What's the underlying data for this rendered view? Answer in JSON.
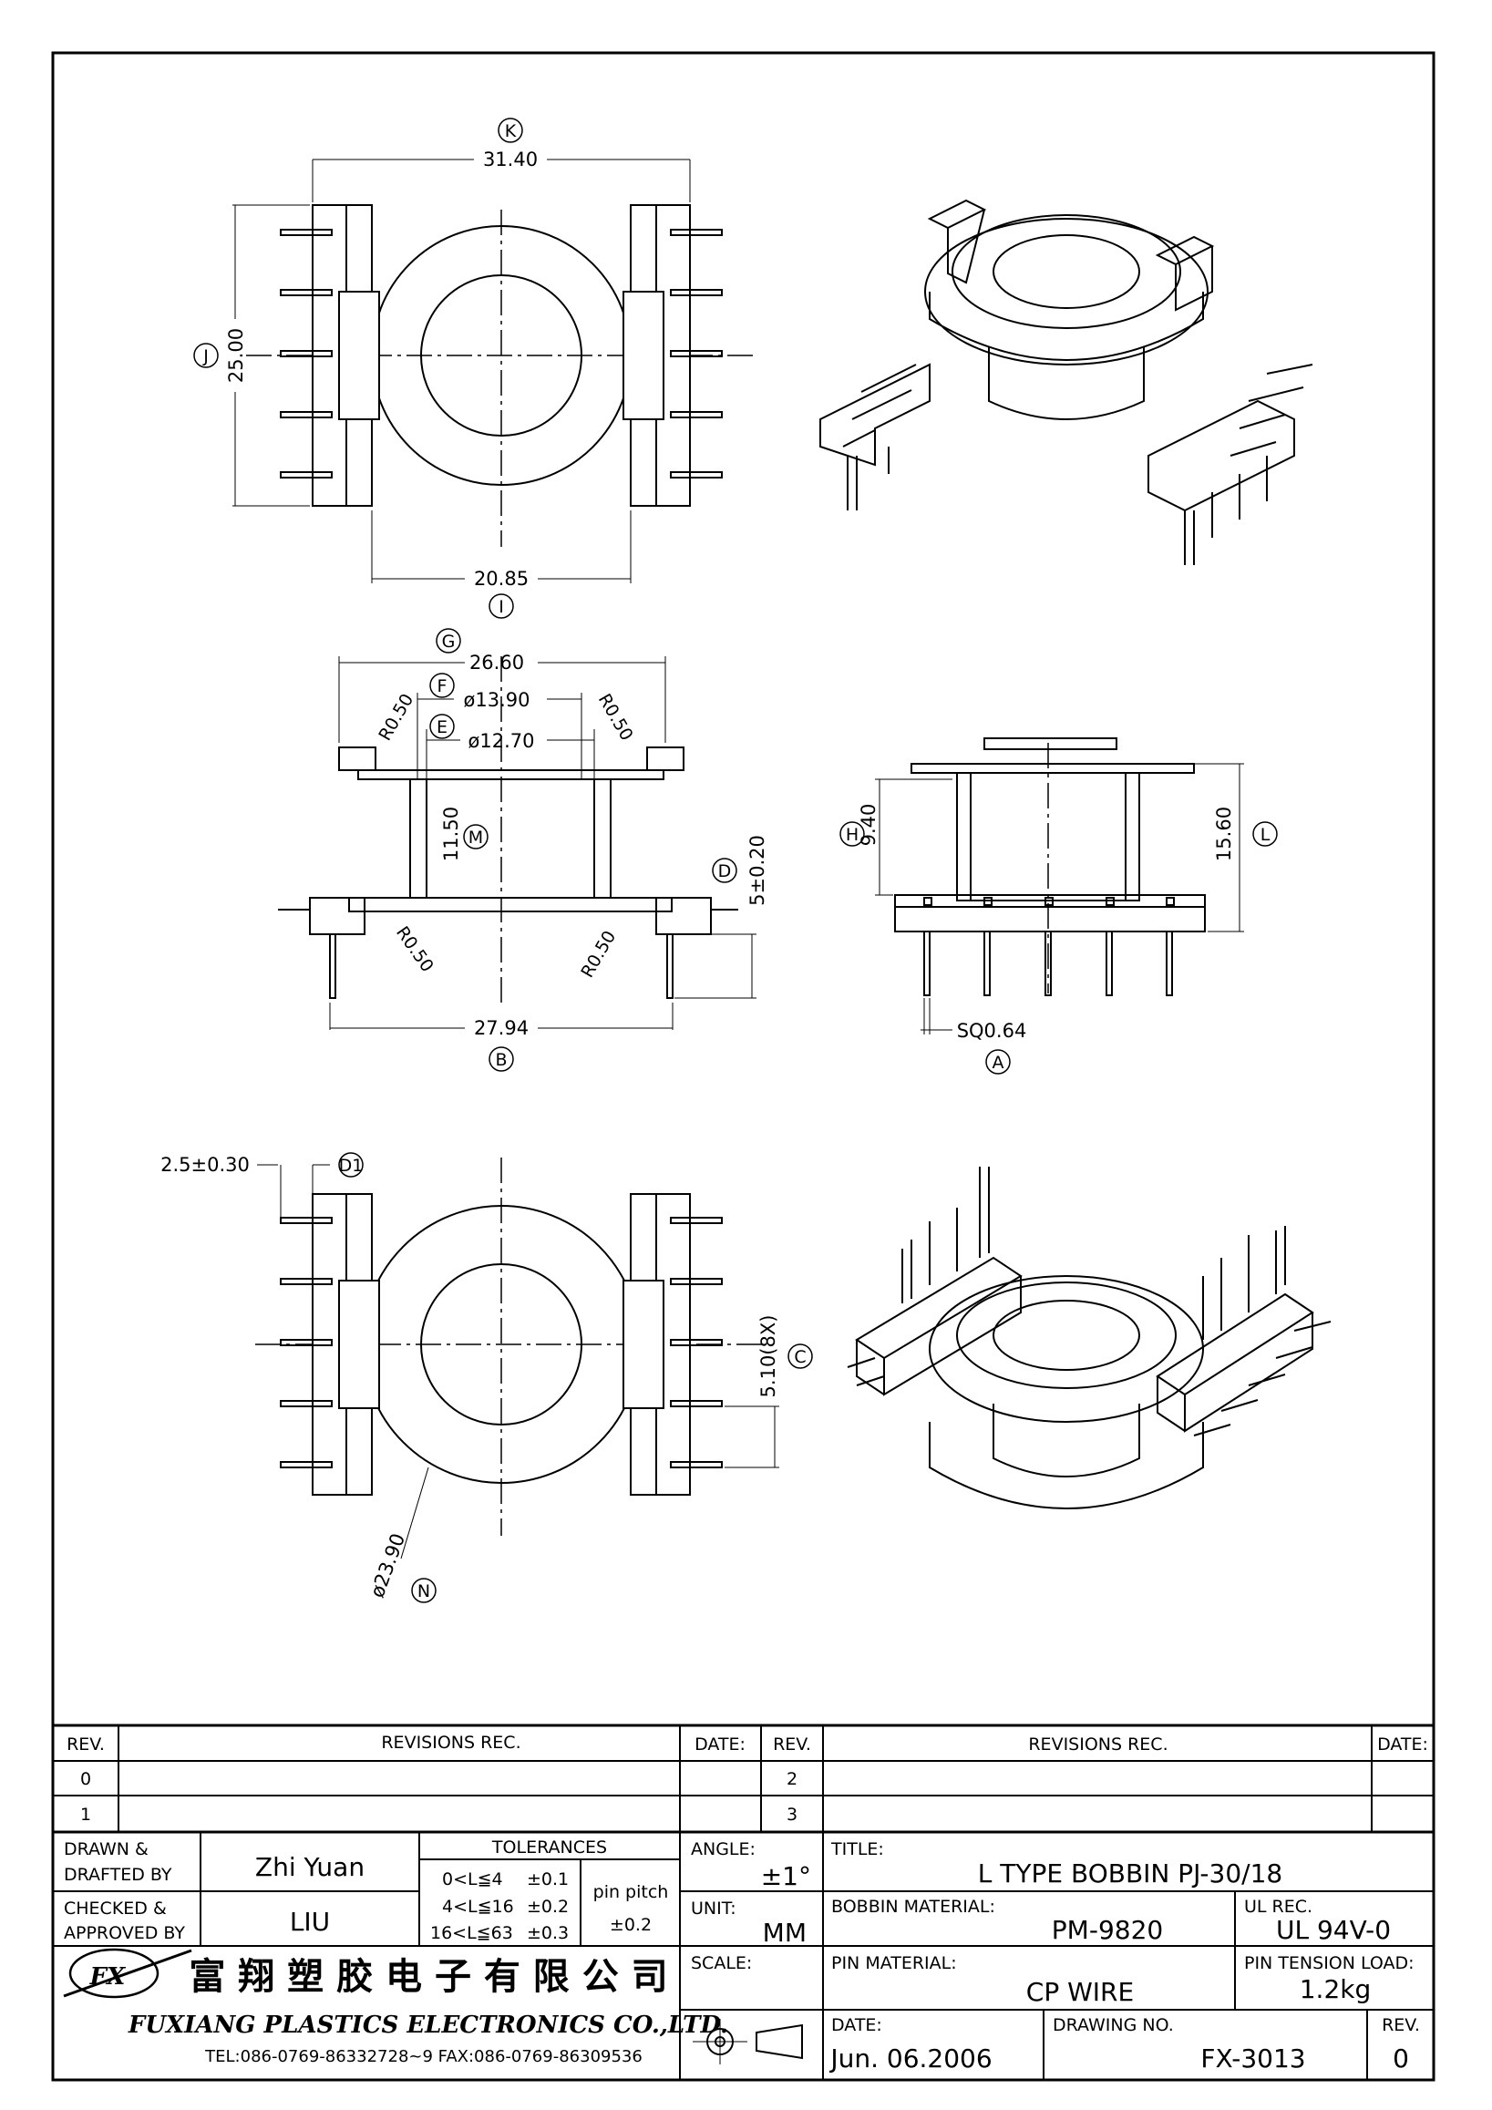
{
  "views": {
    "top": {
      "dim_width": "31.40",
      "dim_width_tag": "K",
      "dim_height": "25.00",
      "dim_height_tag": "J",
      "dim_inner": "20.85",
      "dim_inner_tag": "I"
    },
    "front": {
      "dim_flange": "26.60",
      "dim_flange_tag": "G",
      "dim_od": "ø13.90",
      "dim_od_tag": "F",
      "dim_id": "ø12.70",
      "dim_id_tag": "E",
      "dim_height": "11.50",
      "dim_height_tag": "M",
      "dim_base": "5±0.20",
      "dim_base_tag": "D",
      "dim_pins": "27.94",
      "dim_pins_tag": "B",
      "radius_tl": "R0.50",
      "radius_tr": "R0.50",
      "radius_bl": "R0.50",
      "radius_br": "R0.50"
    },
    "side": {
      "dim_upper": "9.40",
      "dim_upper_tag": "H",
      "dim_total": "15.60",
      "dim_total_tag": "L",
      "dim_pin": "SQ0.64",
      "dim_pin_tag": "A"
    },
    "bottom": {
      "dim_pin_len": "2.5±0.30",
      "dim_pin_len_tag": "D1",
      "dim_pitch": "5.10(8X)",
      "dim_pitch_tag": "C",
      "dim_dia": "ø23.90",
      "dim_dia_tag": "N"
    }
  },
  "title_block": {
    "revisions": {
      "h_rev": "REV.",
      "h_rec": "REVISIONS   REC.",
      "h_date": "DATE:",
      "rows_left": [
        "0",
        "1"
      ],
      "rows_right": [
        "2",
        "3"
      ]
    },
    "drawn_label": "DRAWN &\nDRAFTED BY",
    "drawn_value": "Zhi Yuan",
    "checked_label": "CHECKED &\nAPPROVED BY",
    "checked_value": "LIU",
    "tolerances_title": "TOLERANCES",
    "tolerances": [
      {
        "range": "0<L≦4",
        "tol": "±0.1"
      },
      {
        "range": "4<L≦16",
        "tol": "±0.2"
      },
      {
        "range": "16<L≦63",
        "tol": "±0.3"
      }
    ],
    "pin_pitch_label": "pin pitch",
    "pin_pitch_value": "±0.2",
    "angle_label": "ANGLE:",
    "angle_value": "±1°",
    "unit_label": "UNIT:",
    "unit_value": "MM",
    "scale_label": "SCALE:",
    "title_label": "TITLE:",
    "title_value": "L TYPE BOBBIN PJ-30/18",
    "bobbin_material_label": "BOBBIN MATERIAL:",
    "bobbin_material_value": "PM-9820",
    "ul_label": "UL REC.",
    "ul_value": "UL 94V-0",
    "pin_material_label": "PIN MATERIAL:",
    "pin_material_value": "CP WIRE",
    "pin_tension_label": "PIN TENSION LOAD:",
    "pin_tension_value": "1.2kg",
    "date_label": "DATE:",
    "date_value": "Jun. 06.2006",
    "drawing_no_label": "DRAWING NO.",
    "drawing_no_value": "FX-3013",
    "rev_label": "REV.",
    "rev_value": "0",
    "company_cn": "富 翔 塑 胶 电 子 有 限 公 司",
    "company_en": "FUXIANG PLASTICS ELECTRONICS CO.,LTD.",
    "company_tel": "TEL:086-0769-86332728~9 FAX:086-0769-86309536",
    "logo_text": "FX"
  }
}
